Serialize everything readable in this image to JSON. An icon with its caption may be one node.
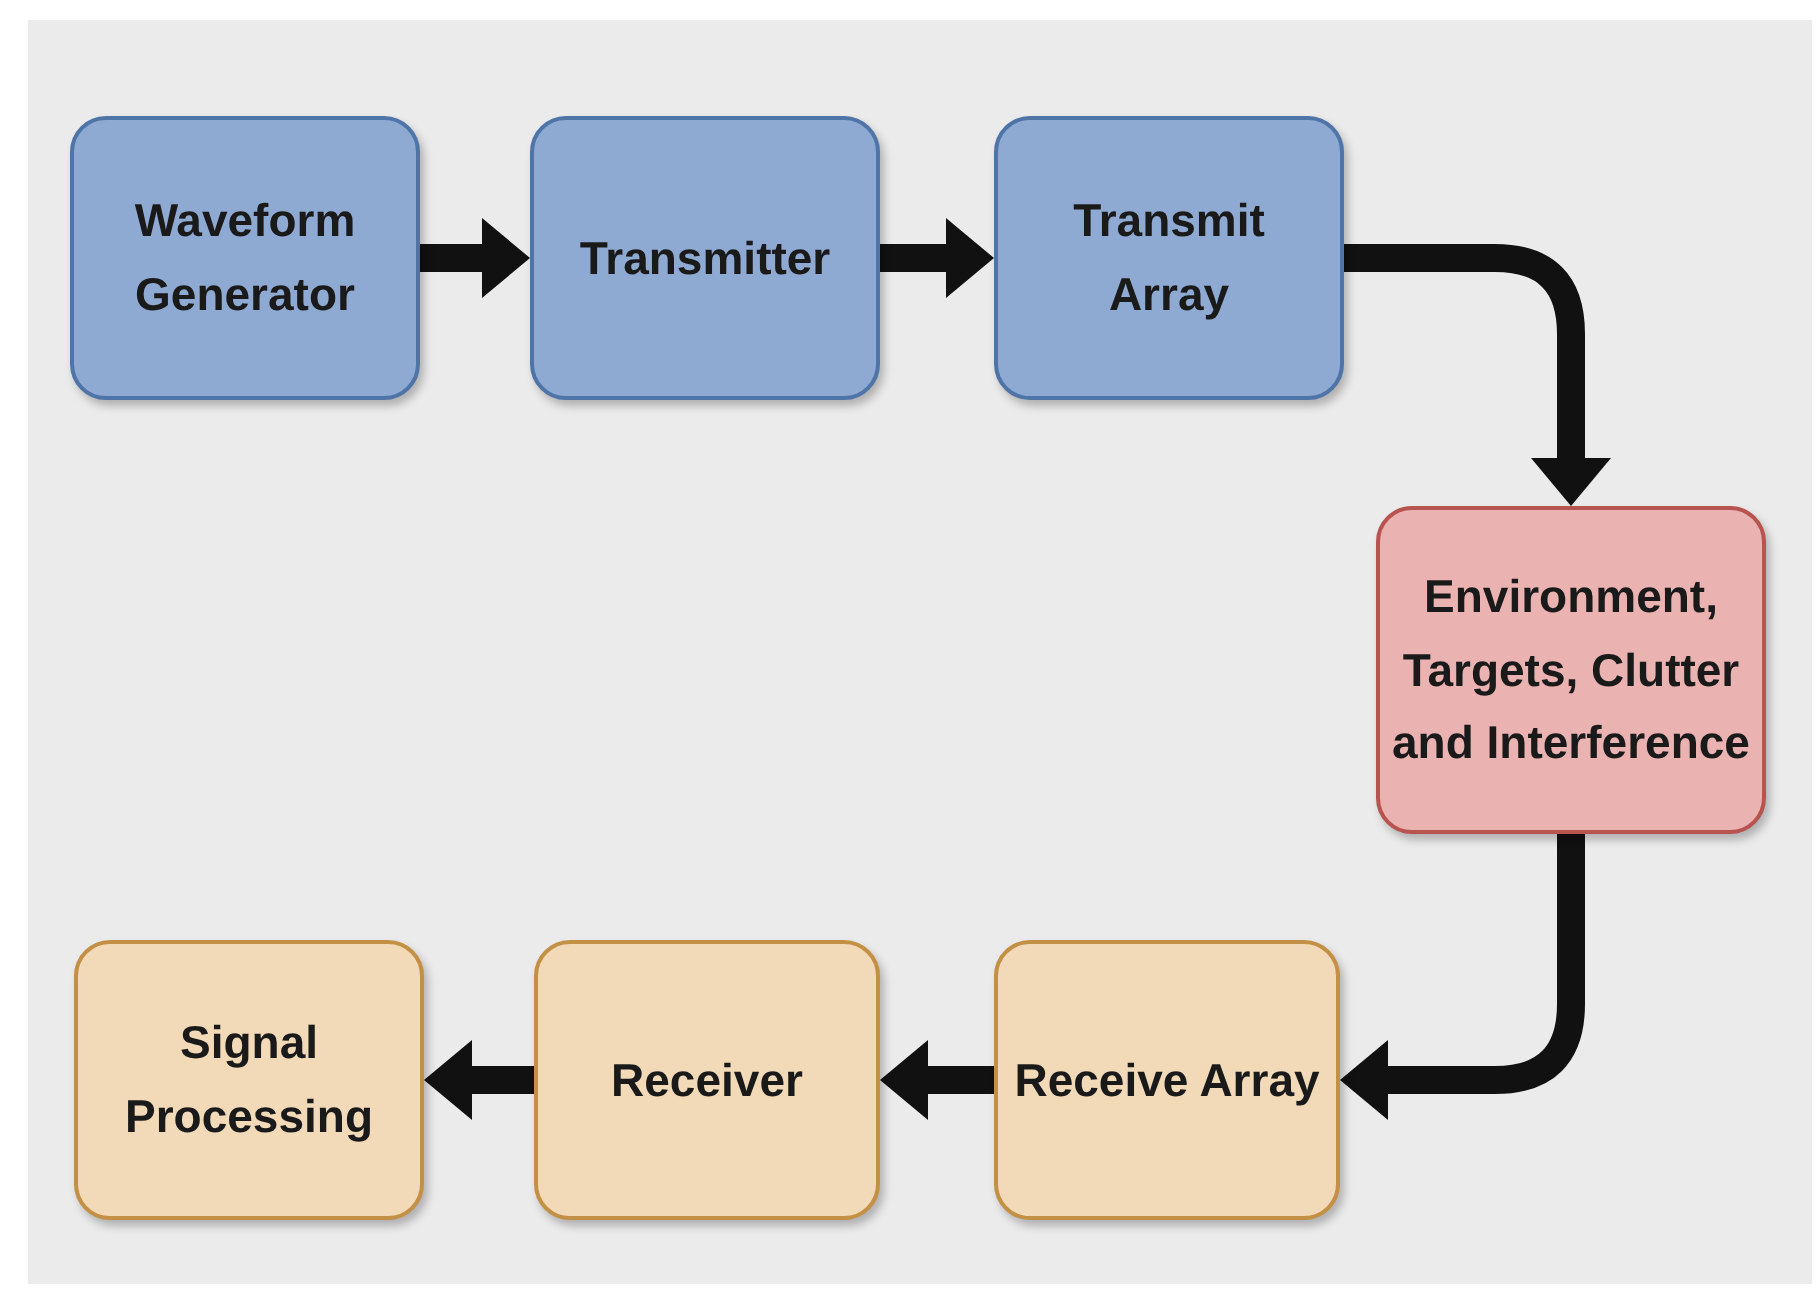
{
  "diagram": {
    "nodes": [
      {
        "text": [
          "Waveform Generator"
        ]
      },
      {
        "text": [
          "Transmitter"
        ]
      },
      {
        "text": [
          "Transmit Array"
        ]
      },
      {
        "text": [
          "Environment, Targets, Clutter and Interference"
        ]
      },
      {
        "text": [
          "Signal Processing"
        ]
      },
      {
        "text": [
          "Receiver"
        ]
      },
      {
        "text": [
          "Receive Array"
        ]
      }
    ],
    "edges": [
      {
        "from": 0,
        "to": 1,
        "arrow": "to"
      },
      {
        "from": 1,
        "to": 2,
        "arrow": "to"
      },
      {
        "from": 2,
        "to": 3,
        "arrow": "to"
      },
      {
        "from": 3,
        "to": 6,
        "arrow": "to"
      },
      {
        "from": 6,
        "to": 5,
        "arrow": "to"
      },
      {
        "from": 5,
        "to": 4,
        "arrow": "to"
      }
    ]
  }
}
